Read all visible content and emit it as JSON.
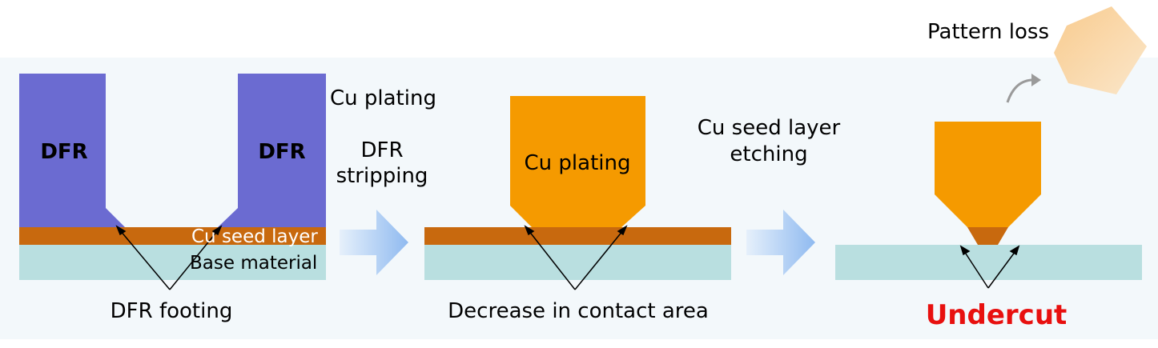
{
  "panel1": {
    "dfr_left": "DFR",
    "dfr_right": "DFR",
    "seed_layer": "Cu seed layer",
    "base_material": "Base material",
    "caption": "DFR footing"
  },
  "step1": {
    "line1": "Cu plating",
    "line2": "DFR",
    "line3": "stripping"
  },
  "panel2": {
    "plating": "Cu plating",
    "caption": "Decrease in contact area"
  },
  "step2": {
    "line1": "Cu seed layer",
    "line2": "etching"
  },
  "panel3": {
    "pattern_loss": "Pattern loss",
    "caption": "Undercut"
  },
  "colors": {
    "dfr": "#6b6bd1",
    "copper": "#f59a00",
    "seed": "#c8690e",
    "base": "#b9dfe0",
    "arrow_gradient_start": "#e6f0fb",
    "arrow_gradient_end": "#8fbaf0",
    "undercut": "#e8100f",
    "background": "#f3f8fb"
  }
}
